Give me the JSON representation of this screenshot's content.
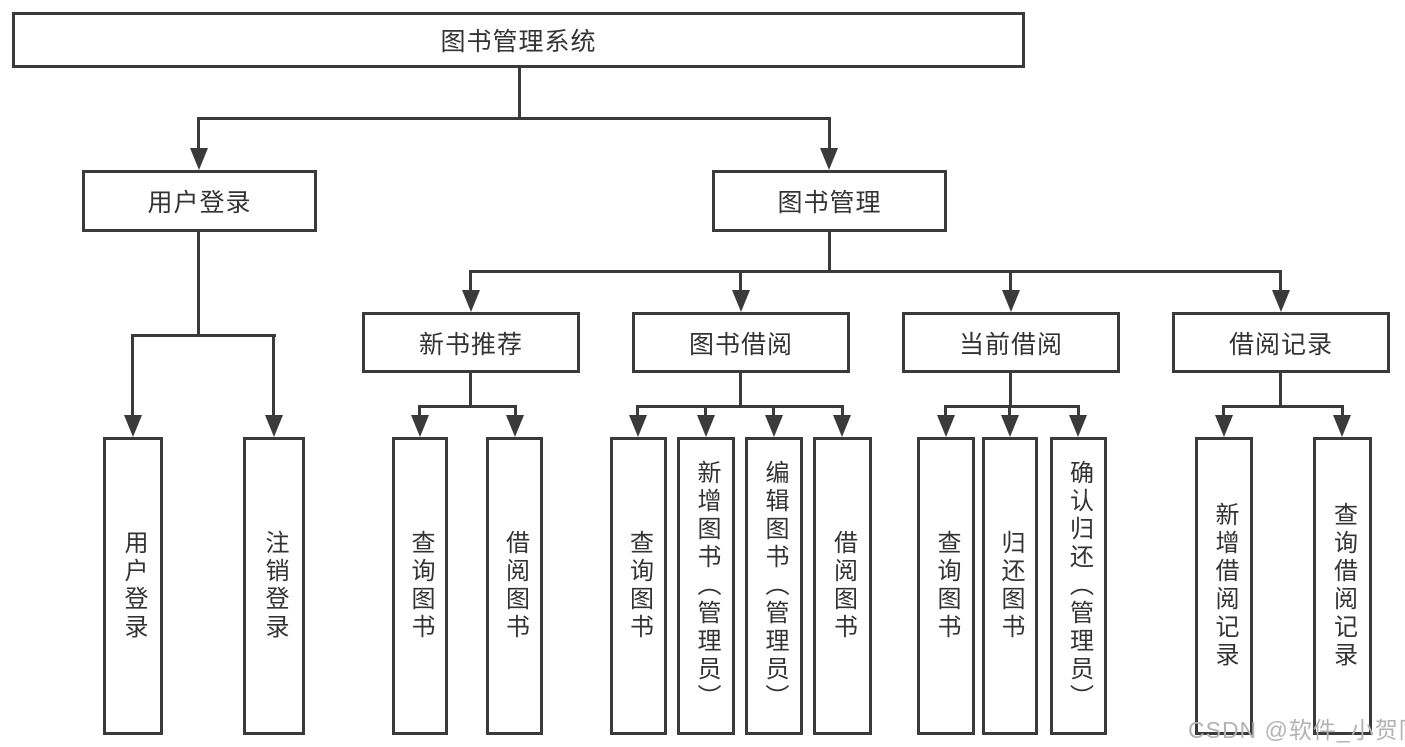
{
  "diagram": {
    "root": {
      "label": "图书管理系统"
    },
    "branches": [
      {
        "label": "用户登录",
        "children": [
          {
            "label": "用户登录"
          },
          {
            "label": "注销登录"
          }
        ]
      },
      {
        "label": "图书管理",
        "children": [
          {
            "label": "新书推荐",
            "children": [
              {
                "label": "查询图书"
              },
              {
                "label": "借阅图书"
              }
            ]
          },
          {
            "label": "图书借阅",
            "children": [
              {
                "label": "查询图书"
              },
              {
                "label": "新增图书（管理员）"
              },
              {
                "label": "编辑图书（管理员）"
              },
              {
                "label": "借阅图书"
              }
            ]
          },
          {
            "label": "当前借阅",
            "children": [
              {
                "label": "查询图书"
              },
              {
                "label": "归还图书"
              },
              {
                "label": "确认归还（管理员）"
              }
            ]
          },
          {
            "label": "借阅记录",
            "children": [
              {
                "label": "新增借阅记录"
              },
              {
                "label": "查询借阅记录"
              }
            ]
          }
        ]
      }
    ],
    "watermark": "CSDN @软件_小贺同学",
    "colors": {
      "line": "#3a3a3a",
      "text": "#333333",
      "background": "#ffffff",
      "watermark": "#b3b3b3"
    }
  }
}
